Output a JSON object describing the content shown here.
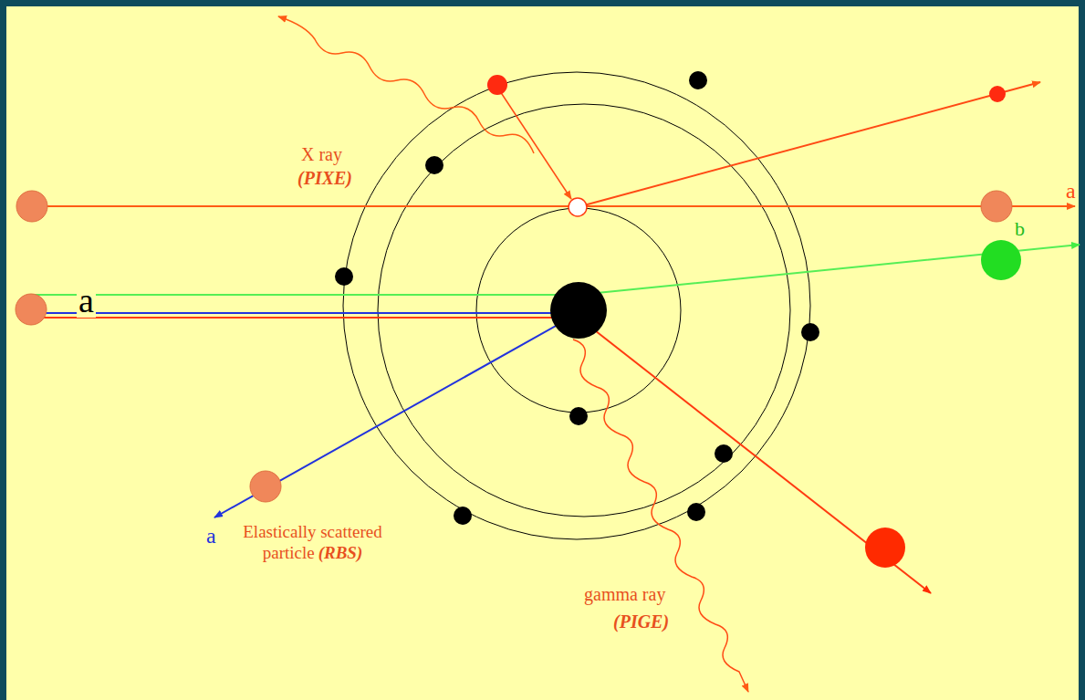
{
  "diagram": {
    "labels": [
      "X ray",
      "(PIXE)",
      "a",
      "a",
      "b",
      "a",
      "Elastically scattered particle",
      "(RBS)",
      "gamma ray",
      "(PIGE)"
    ]
  }
}
